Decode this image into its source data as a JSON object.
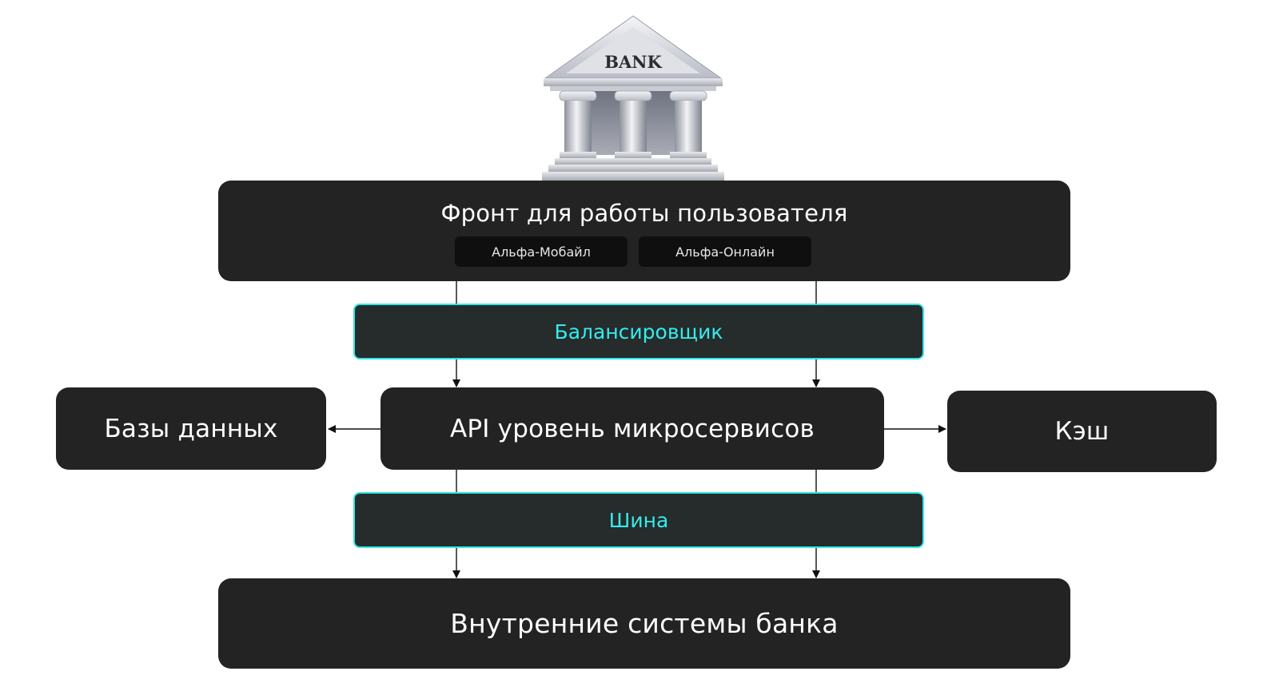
{
  "bank": {
    "sign": "BANK"
  },
  "front": {
    "title": "Фронт для работы  пользователя",
    "channels": [
      "Альфа-Мобайл",
      "Альфа-Онлайн"
    ]
  },
  "balancer": {
    "label": "Балансировщик"
  },
  "api": {
    "label": "API уровень микросервисов"
  },
  "databases": {
    "label": "Базы данных"
  },
  "cache": {
    "label": "Кэш"
  },
  "bus": {
    "label": "Шина"
  },
  "internal": {
    "label": "Внутренние системы банка"
  },
  "colors": {
    "box_fill": "#232323",
    "bus_fill": "#262b2b",
    "accent_cyan": "#2fe6e6",
    "arrow": "#111111"
  }
}
